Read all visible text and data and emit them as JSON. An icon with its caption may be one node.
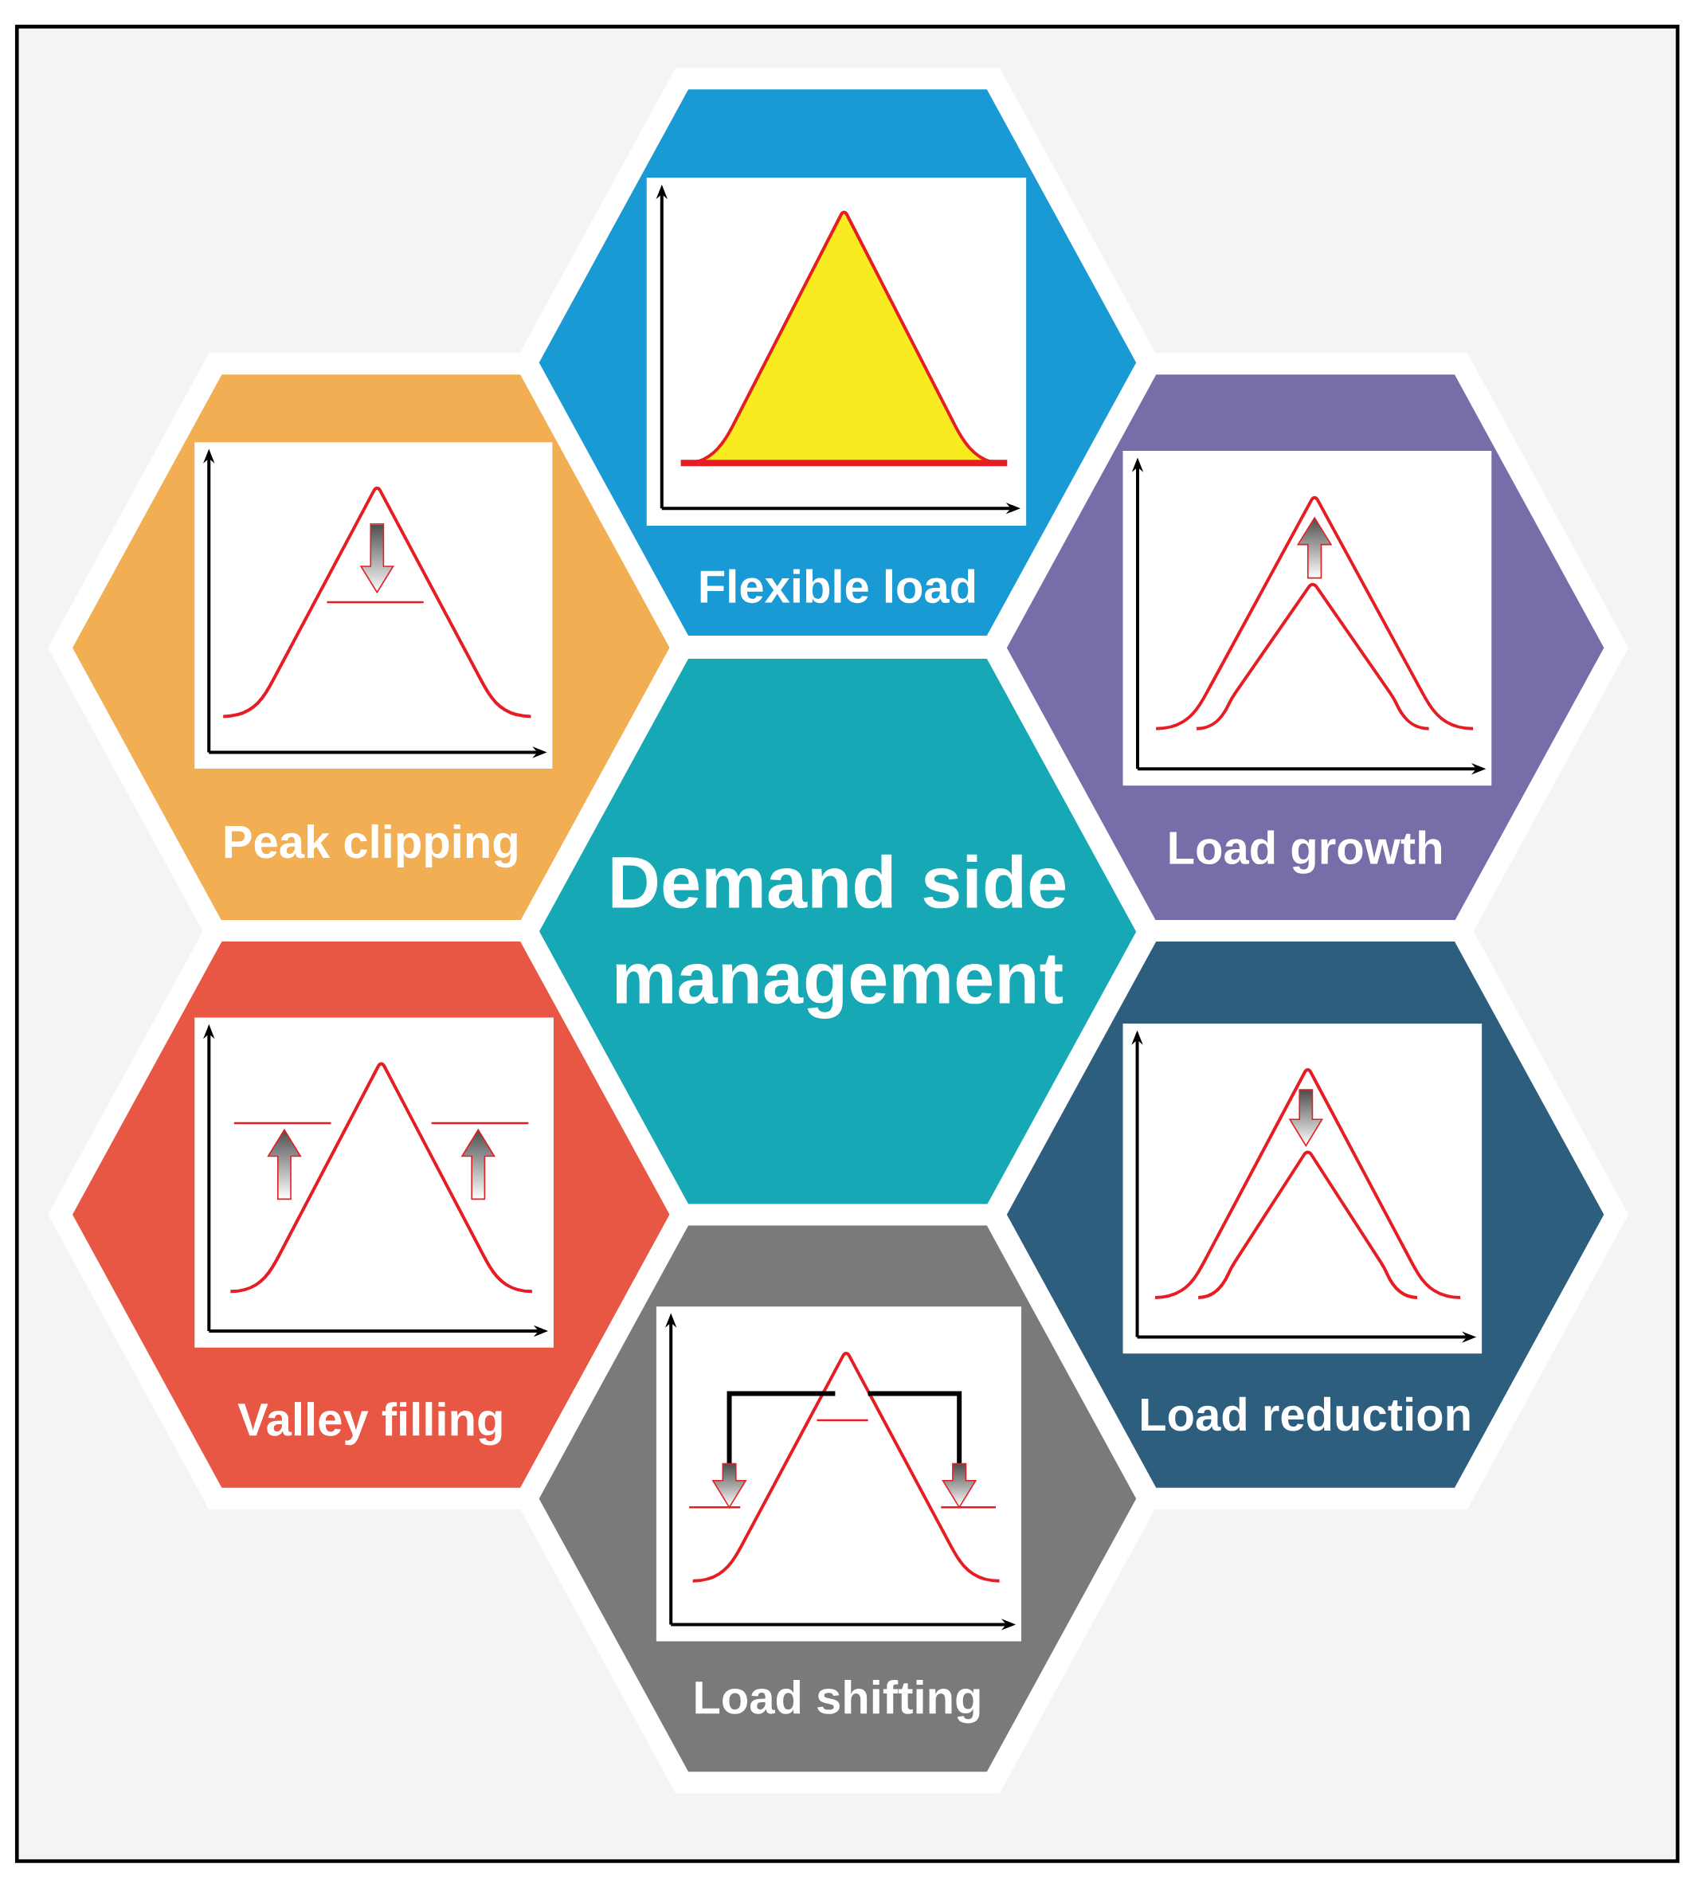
{
  "diagram": {
    "nodes": [
      {
        "text": [
          "Flexible load"
        ]
      },
      {
        "text": [
          "Peak clipping"
        ]
      },
      {
        "text": [
          "Load growth"
        ]
      },
      {
        "text": [
          "Demand side management"
        ]
      },
      {
        "text": [
          "Valley filling"
        ]
      },
      {
        "text": [
          "Load reduction"
        ]
      },
      {
        "text": [
          "Load shifting"
        ]
      }
    ]
  }
}
